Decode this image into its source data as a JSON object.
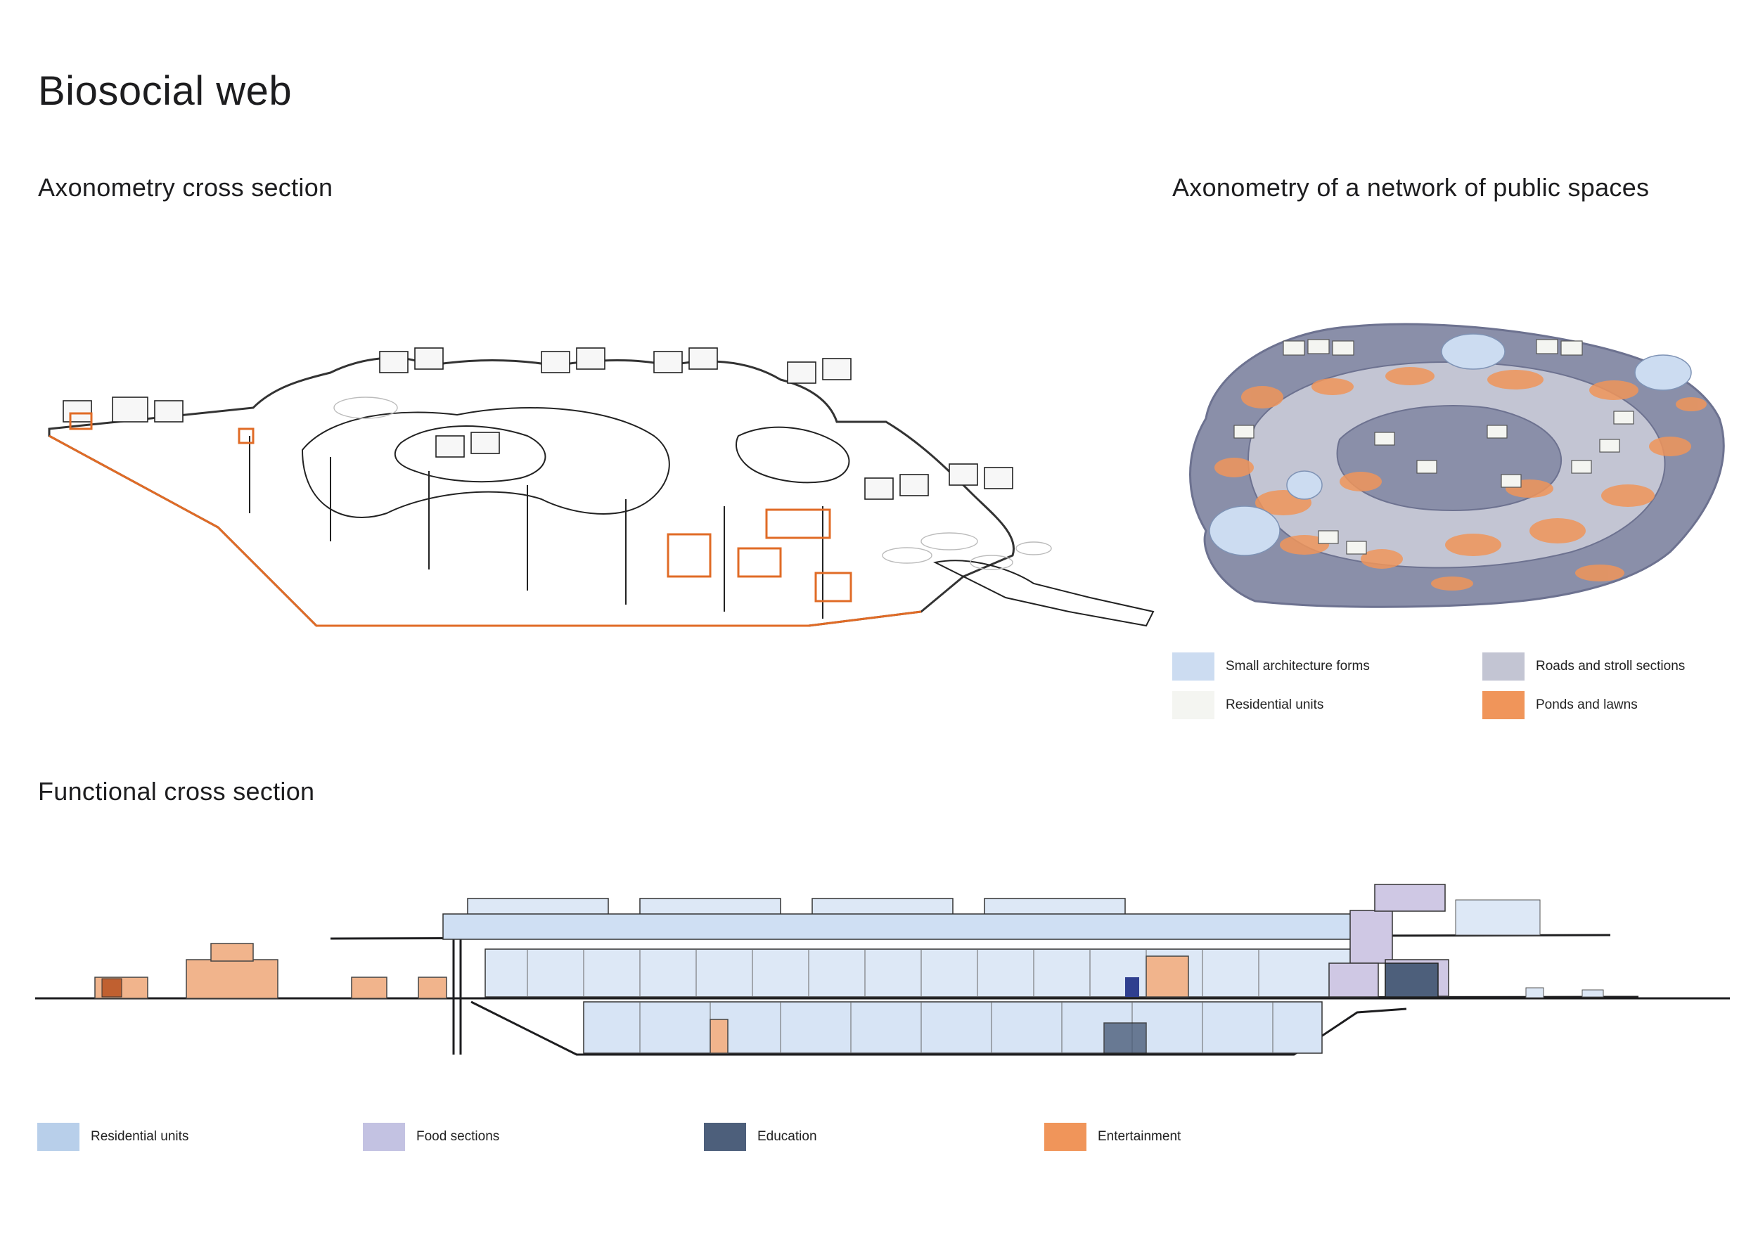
{
  "title": "Biosocial web",
  "axonometry_section": {
    "title": "Axonometry cross section"
  },
  "network": {
    "title": "Axonometry of a network of public spaces",
    "legend": [
      {
        "label": "Small architecture forms",
        "color": "#ccdcf1"
      },
      {
        "label": "Roads and stroll sections",
        "color": "#c3c5d3"
      },
      {
        "label": "Residential units",
        "color": "#f4f5f1"
      },
      {
        "label": "Ponds and lawns",
        "color": "#f0955a"
      }
    ]
  },
  "functional": {
    "title": "Functional cross section",
    "legend": [
      {
        "label": "Residential units",
        "color": "#b8cfea"
      },
      {
        "label": "Food sections",
        "color": "#c3c2e2"
      },
      {
        "label": "Education",
        "color": "#4d5f7b"
      },
      {
        "label": "Entertainment",
        "color": "#f0955a"
      }
    ]
  }
}
